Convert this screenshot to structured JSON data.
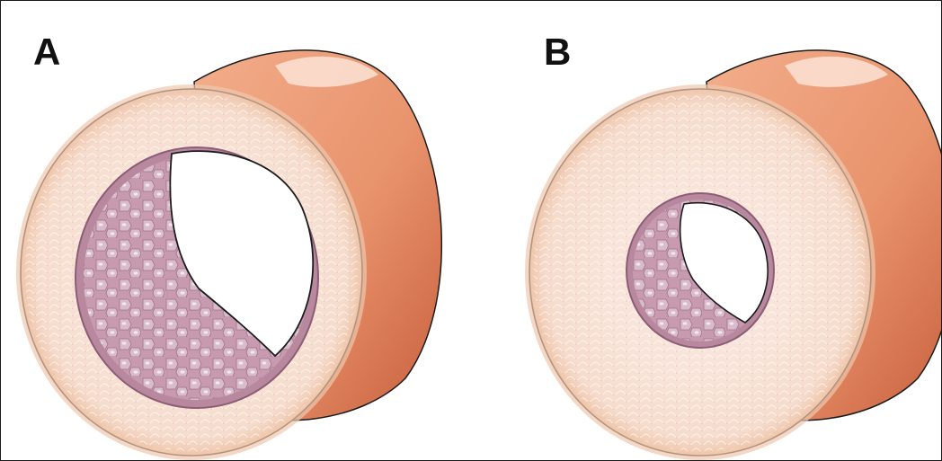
{
  "figure": {
    "panels": [
      {
        "label": "A",
        "lumen": "wide"
      },
      {
        "label": "B",
        "lumen": "narrow"
      }
    ],
    "colors": {
      "outer_wall": "#e8936c",
      "outer_wall_dark": "#c85e3c",
      "highlight": "#fbe3d6",
      "muscle_layer": "#f6dccc",
      "adventitia": "#f3cfb4",
      "endothelium": "#b7889e",
      "endothelium_cell": "#d7b4c4",
      "lumen": "#ffffff",
      "outline": "#1c1c1c"
    }
  }
}
